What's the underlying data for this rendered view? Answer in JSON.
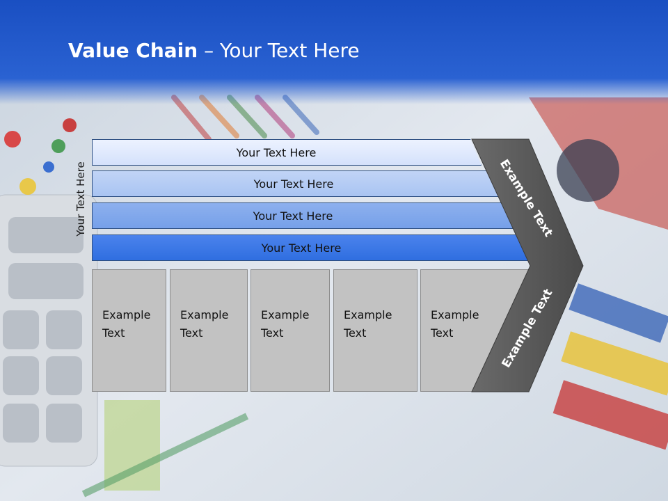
{
  "slide": {
    "title_bold": "Value Chain",
    "title_rest": " – Your Text Here",
    "side_label": "Your Text Here"
  },
  "bands": [
    {
      "label": "Your Text Here"
    },
    {
      "label": "Your Text Here"
    },
    {
      "label": "Your Text Here"
    },
    {
      "label": "Your Text Here"
    }
  ],
  "boxes": [
    {
      "line1": "Example",
      "line2": "Text"
    },
    {
      "line1": "Example",
      "line2": "Text"
    },
    {
      "line1": "Example",
      "line2": "Text"
    },
    {
      "line1": "Example",
      "line2": "Text"
    },
    {
      "line1": "Example",
      "line2": "Text"
    }
  ],
  "chevron": {
    "top_label": "Example Text",
    "bottom_label": "Example Text"
  },
  "colors": {
    "header_blue": "#1f56c7",
    "band_1": "#dbe6fc",
    "band_2": "#b0c9f4",
    "band_3": "#7ea6eb",
    "band_4": "#3573e4",
    "box_gray": "#c2c2c2",
    "chevron_gray": "#5d5d5d"
  }
}
